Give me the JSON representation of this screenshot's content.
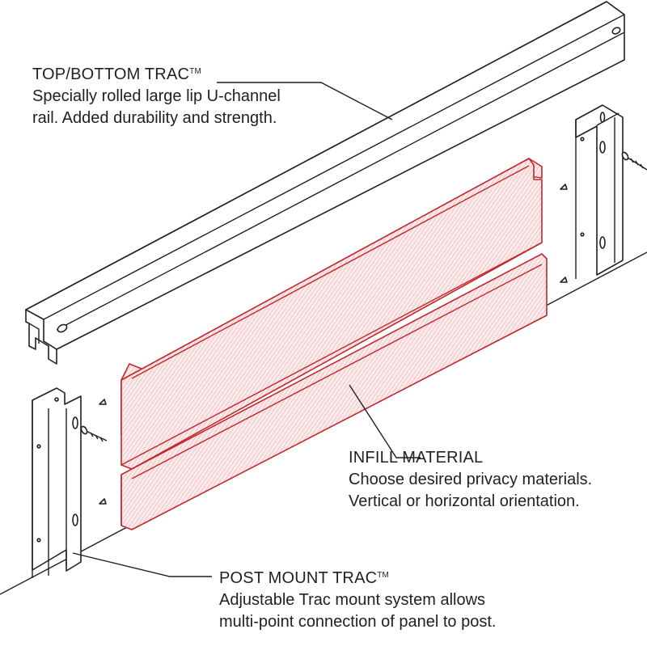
{
  "callouts": {
    "top_bottom_trac": {
      "title": "TOP/BOTTOM TRAC",
      "mark": "TM",
      "line1": "Specially rolled large lip U-channel",
      "line2": "rail. Added durability and strength."
    },
    "infill_material": {
      "title": "INFILL MATERIAL",
      "line1": "Choose desired privacy materials.",
      "line2": "Vertical or horizontal orientation."
    },
    "post_mount_trac": {
      "title": "POST MOUNT TRAC",
      "mark": "TM",
      "line1": "Adjustable Trac mount system allows",
      "line2": "multi-point connection of panel to post."
    }
  },
  "colors": {
    "line": "#231f20",
    "infill": "#c1272d",
    "background": "#ffffff"
  }
}
